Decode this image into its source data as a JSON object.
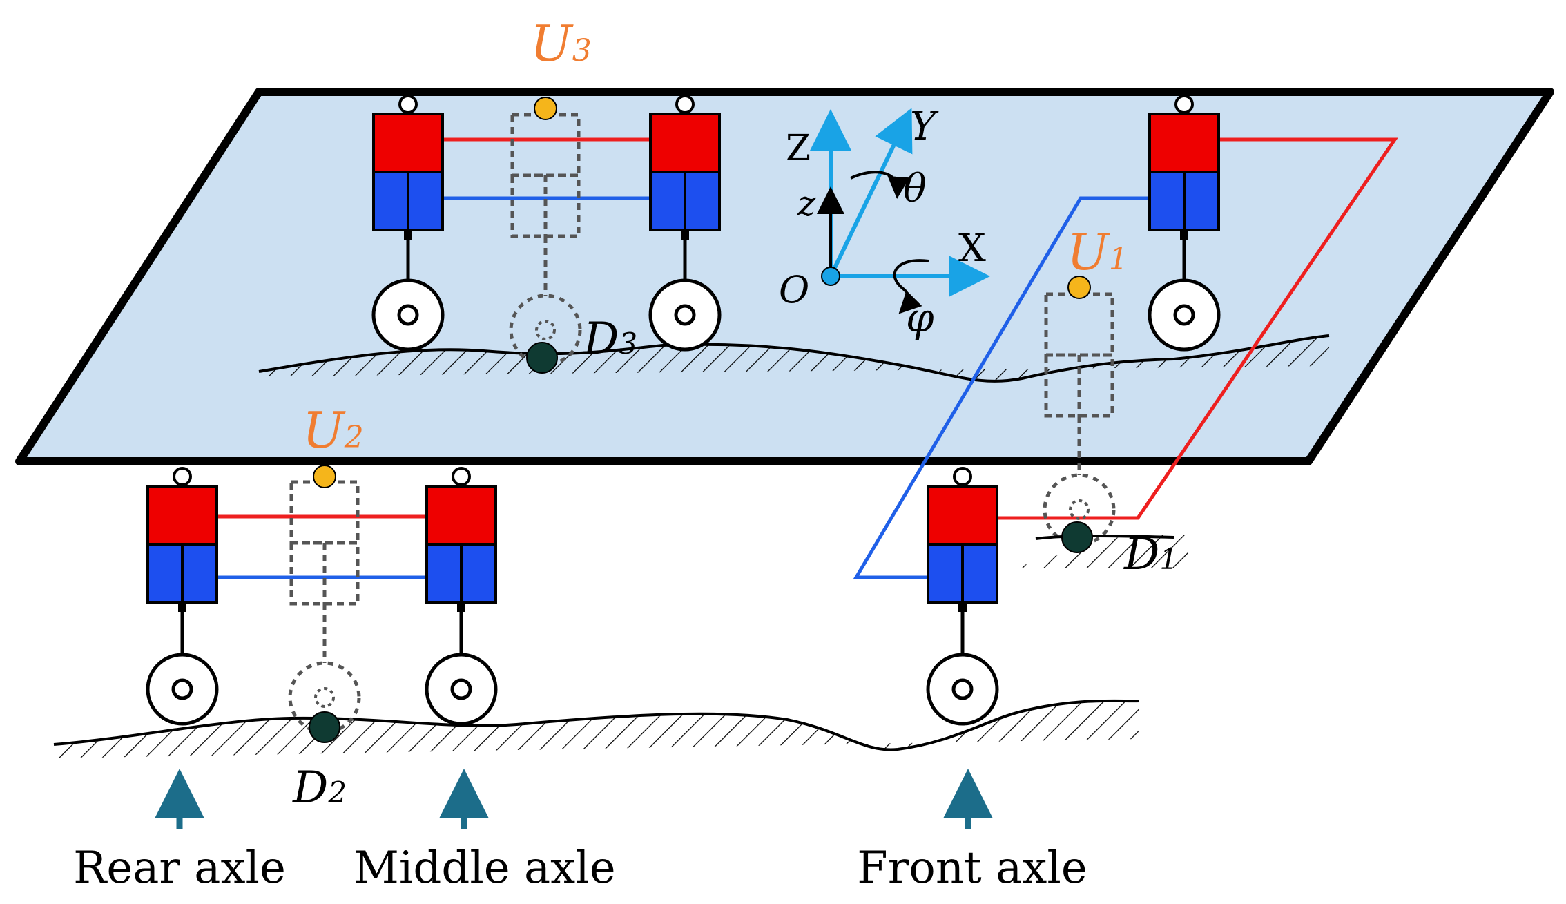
{
  "colors": {
    "platform_fill": "#cce0f2",
    "platform_stroke": "#000000",
    "chamber_upper": "#ee0000",
    "chamber_lower": "#1d4fef",
    "pipe_red": "#ee1f1f",
    "pipe_blue": "#2060e8",
    "axis_blue": "#19a3e6",
    "point_u": "#f5b51b",
    "point_d": "#0f3a32",
    "label_u": "#f07d31",
    "axle_arrow": "#1c6d8a"
  },
  "icons": {
    "hydraulic_cylinder": "hydraulic-cylinder-icon",
    "wheel": "wheel-icon",
    "ground": "hatched-ground-icon"
  },
  "labels": {
    "u3": {
      "letter": "U",
      "sub": "3"
    },
    "u1": {
      "letter": "U",
      "sub": "1"
    },
    "u2": {
      "letter": "U",
      "sub": "2"
    },
    "d3": {
      "letter": "D",
      "sub": "3"
    },
    "d1": {
      "letter": "D",
      "sub": "1"
    },
    "d2": {
      "letter": "D",
      "sub": "2"
    }
  },
  "axes": {
    "Z": "Z",
    "z": "z",
    "Y": "Y",
    "X": "X",
    "O": "O",
    "theta": "θ",
    "phi": "φ"
  },
  "axles": {
    "rear": "Rear axle",
    "middle": "Middle axle",
    "front": "Front axle"
  }
}
